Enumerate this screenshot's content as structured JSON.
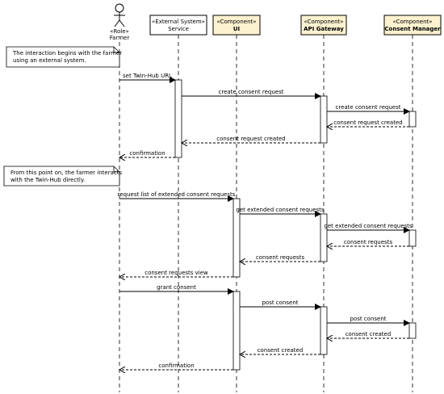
{
  "actors": [
    {
      "id": "farmer",
      "stereotype": "«Role»",
      "name": "Farmer",
      "kind": "stick"
    },
    {
      "id": "ext",
      "stereotype": "«External System»",
      "name": "Service",
      "kind": "box",
      "fill": "#ffffff",
      "bold": false
    },
    {
      "id": "ui",
      "stereotype": "«Component»",
      "name": "UI",
      "kind": "box",
      "fill": "#fdf2cf",
      "bold": true
    },
    {
      "id": "gw",
      "stereotype": "«Component»",
      "name": "API Gateway",
      "kind": "box",
      "fill": "#fdf2cf",
      "bold": true
    },
    {
      "id": "cm",
      "stereotype": "«Component»",
      "name": "Consent Manager",
      "kind": "box",
      "fill": "#fdf2cf",
      "bold": true
    }
  ],
  "notes": [
    {
      "lines": [
        "The interaction begins with the farmer",
        "using an external system."
      ]
    },
    {
      "lines": [
        "From this point on, the farmer interacts",
        "with the Twin-Hub directly."
      ]
    }
  ],
  "messages": [
    {
      "label": "set Twin-Hub URL",
      "from": "farmer",
      "to": "ext",
      "type": "sync"
    },
    {
      "label": "create consent request",
      "from": "ext",
      "to": "gw",
      "type": "sync"
    },
    {
      "label": "create consent request",
      "from": "gw",
      "to": "cm",
      "type": "sync"
    },
    {
      "label": "consent request created",
      "from": "cm",
      "to": "gw",
      "type": "reply"
    },
    {
      "label": "consent request created",
      "from": "gw",
      "to": "ext",
      "type": "reply"
    },
    {
      "label": "confirmation",
      "from": "ext",
      "to": "farmer",
      "type": "reply"
    },
    {
      "label": "request list of extended consent requests",
      "from": "farmer",
      "to": "ui",
      "type": "sync"
    },
    {
      "label": "get extended consent requests",
      "from": "ui",
      "to": "gw",
      "type": "sync"
    },
    {
      "label": "get extended consent requests",
      "from": "gw",
      "to": "cm",
      "type": "sync"
    },
    {
      "label": "consent requests",
      "from": "cm",
      "to": "gw",
      "type": "reply"
    },
    {
      "label": "consent requests",
      "from": "gw",
      "to": "ui",
      "type": "reply"
    },
    {
      "label": "consent requests view",
      "from": "ui",
      "to": "farmer",
      "type": "reply"
    },
    {
      "label": "grant consent",
      "from": "farmer",
      "to": "ui",
      "type": "sync"
    },
    {
      "label": "post consent",
      "from": "ui",
      "to": "gw",
      "type": "sync"
    },
    {
      "label": "post consent",
      "from": "gw",
      "to": "cm",
      "type": "sync"
    },
    {
      "label": "consent created",
      "from": "cm",
      "to": "gw",
      "type": "reply"
    },
    {
      "label": "consent created",
      "from": "gw",
      "to": "ui",
      "type": "reply"
    },
    {
      "label": "confirmation",
      "from": "ui",
      "to": "farmer",
      "type": "reply"
    }
  ]
}
